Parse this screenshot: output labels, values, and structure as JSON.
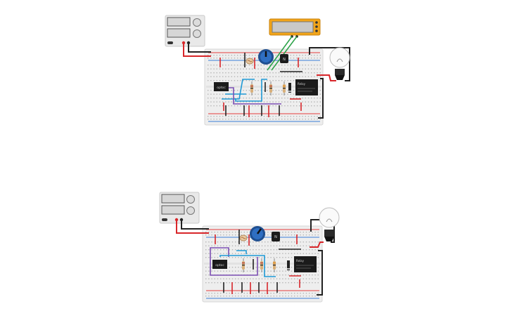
{
  "colors": {
    "background": "#ffffff",
    "breadboard": "#eeeeee",
    "breadboard_hole": "#b5b5b5",
    "rail_red": "#e43c3c",
    "rail_blue": "#3b7dd8",
    "wire_red": "#d8262a",
    "wire_black": "#222222",
    "wire_blue": "#1e9ad6",
    "wire_purple": "#7b4fb3",
    "wire_green": "#2ea34a",
    "multimeter_body": "#f2a51a",
    "relay_body": "#1b1b1b",
    "potentiometer": "#2f6fc2",
    "psu_body": "#e9e9e9"
  },
  "circuits": [
    {
      "name": "circuit-top",
      "power_supply": {
        "display_top": "",
        "display_bottom": ""
      },
      "multimeter": {
        "display": ""
      },
      "relay_label_line1": "Relay",
      "relay_label_line2": "",
      "ic_label": "optoc",
      "has_multimeter": true
    },
    {
      "name": "circuit-bottom",
      "power_supply": {
        "display_top": "",
        "display_bottom": ""
      },
      "relay_label_line1": "Relay",
      "relay_label_line2": "",
      "ic_label": "optoc",
      "has_multimeter": false
    }
  ],
  "icons": [
    "power-supply-icon",
    "multimeter-icon",
    "potentiometer-icon",
    "photoresistor-icon",
    "transistor-icon",
    "relay-icon",
    "optocoupler-icon",
    "resistor-icon",
    "diode-icon",
    "light-bulb-icon",
    "breadboard-icon"
  ]
}
